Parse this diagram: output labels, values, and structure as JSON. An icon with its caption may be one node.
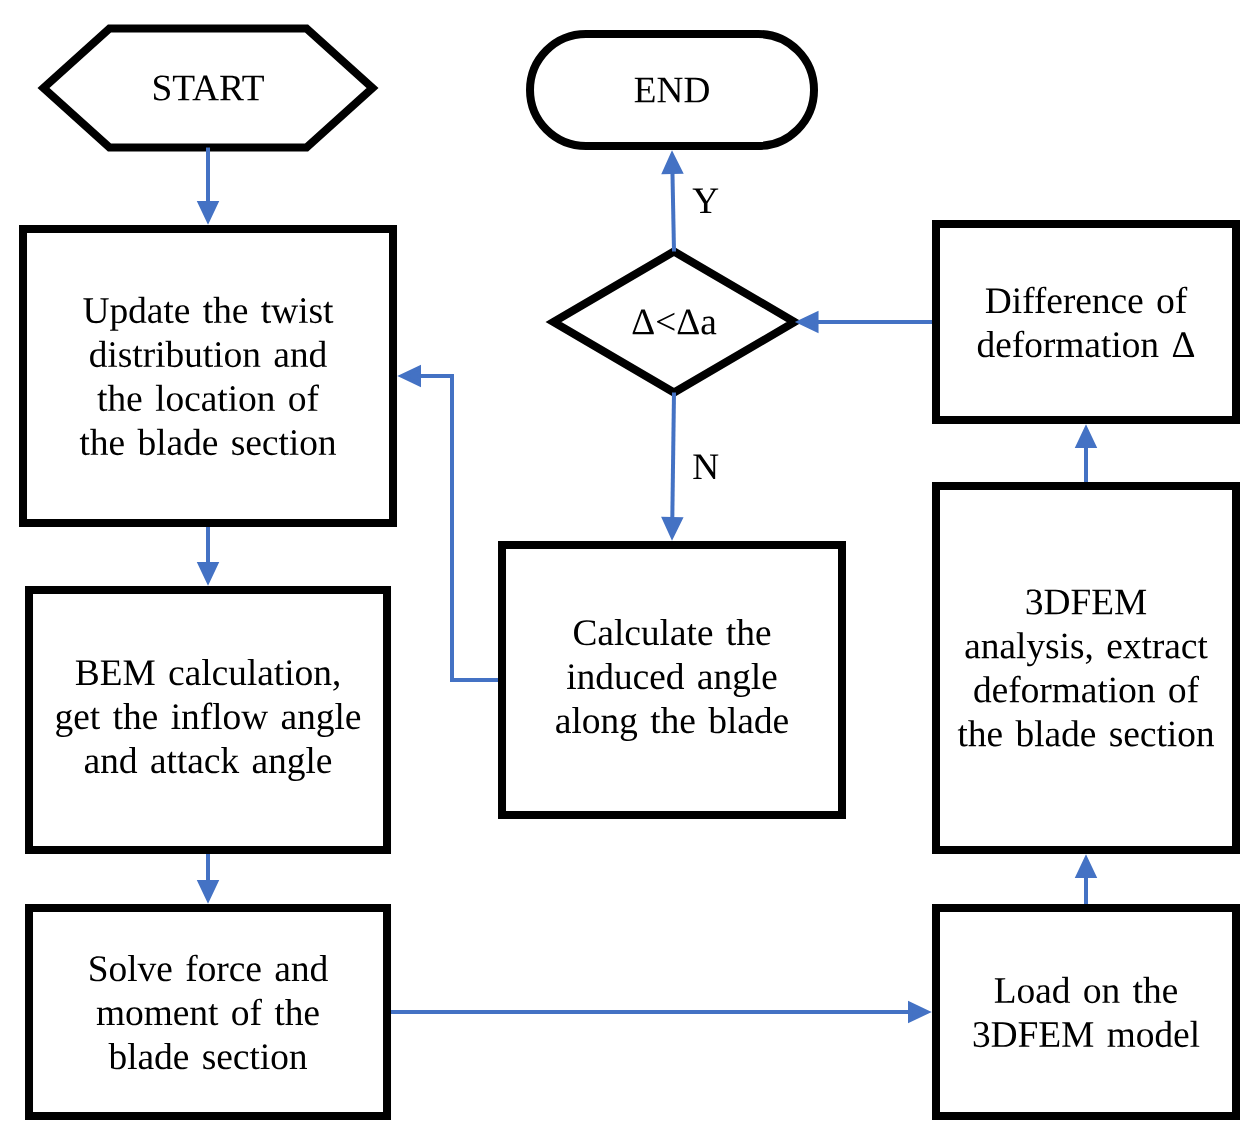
{
  "diagram": {
    "nodes": [
      {
        "text": [
          "START"
        ]
      },
      {
        "text": [
          "END"
        ]
      },
      {
        "text": [
          "Update the twist distribution and the location of the blade section"
        ]
      },
      {
        "text": [
          "Δ<Δa"
        ]
      },
      {
        "text": [
          "Difference of deformation Δ"
        ]
      },
      {
        "text": [
          "BEM calculation, get the inflow angle and attack angle"
        ]
      },
      {
        "text": [
          "Calculate the induced angle along the blade"
        ]
      },
      {
        "text": [
          "3DFEM analysis, extract deformation of the blade section"
        ]
      },
      {
        "text": [
          "Solve force and moment of the blade section"
        ]
      },
      {
        "text": [
          "Load on the 3DFEM model"
        ]
      }
    ],
    "edges": [
      {
        "from": 0,
        "to": 2,
        "arrow": "to"
      },
      {
        "from": 2,
        "to": 5,
        "arrow": "to"
      },
      {
        "from": 5,
        "to": 8,
        "arrow": "to"
      },
      {
        "from": 8,
        "to": 9,
        "arrow": "to"
      },
      {
        "from": 9,
        "to": 7,
        "arrow": "to"
      },
      {
        "from": 7,
        "to": 4,
        "arrow": "to"
      },
      {
        "from": 4,
        "to": 3,
        "arrow": "to"
      },
      {
        "from": 3,
        "to": 1,
        "arrow": "to",
        "label": "Y"
      },
      {
        "from": 3,
        "to": 6,
        "arrow": "to",
        "label": "N"
      },
      {
        "from": 6,
        "to": 2,
        "arrow": "to"
      }
    ]
  }
}
